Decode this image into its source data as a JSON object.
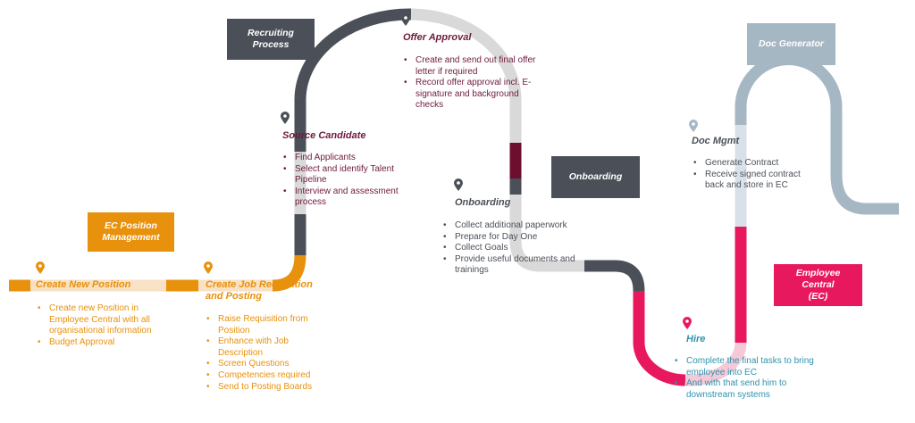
{
  "boxes": {
    "ec_position_management": "EC Position Management",
    "recruiting_process": "Recruiting Process",
    "onboarding": "Onboarding",
    "doc_generator": "Doc Generator",
    "employee_central": "Employee Central (EC)"
  },
  "stages": {
    "create_new_position": {
      "title": "Create New Position",
      "items": [
        "Create new Position in Employee Central with all organisational information",
        "Budget Approval"
      ]
    },
    "create_job_requisition": {
      "title": "Create Job Requisition and Posting",
      "items": [
        "Raise Requisition from Position",
        "Enhance with Job Description",
        "Screen Questions",
        "Competencies required",
        "Send to Posting Boards"
      ]
    },
    "source_candidate": {
      "title": "Source Candidate",
      "items": [
        "Find Applicants",
        "Select and identify Talent Pipeline",
        "Interview and assessment process"
      ]
    },
    "offer_approval": {
      "title": "Offer Approval",
      "items": [
        "Create and send out final offer letter if required",
        "Record offer approval incl. E-signature and background checks"
      ]
    },
    "onboarding": {
      "title": "Onboarding",
      "items": [
        "Collect additional paperwork",
        "Prepare for Day One",
        "Collect Goals",
        "Provide useful documents and trainings"
      ]
    },
    "hire": {
      "title": "Hire",
      "items": [
        "Complete the final tasks to bring employee into EC",
        "And with that send him to downstream systems"
      ]
    },
    "doc_mgmt": {
      "title": "Doc Mgmt",
      "items": [
        "Generate Contract",
        "Receive  signed contract back and store in EC"
      ]
    }
  },
  "colors": {
    "orange": "#E8910C",
    "light_orange": "#F8E1C4",
    "dark_gray": "#4B5058",
    "light_gray": "#D9D9D9",
    "maroon": "#6E0E2E",
    "pink": "#E8185F",
    "light_pink": "#F5C9D8",
    "blue_gray": "#A6B7C4",
    "very_light_blue": "#D8E1E8",
    "teal": "#2E93AE",
    "purple_text": "#6E1A3E"
  },
  "icons": [
    "map-pin-icon"
  ]
}
